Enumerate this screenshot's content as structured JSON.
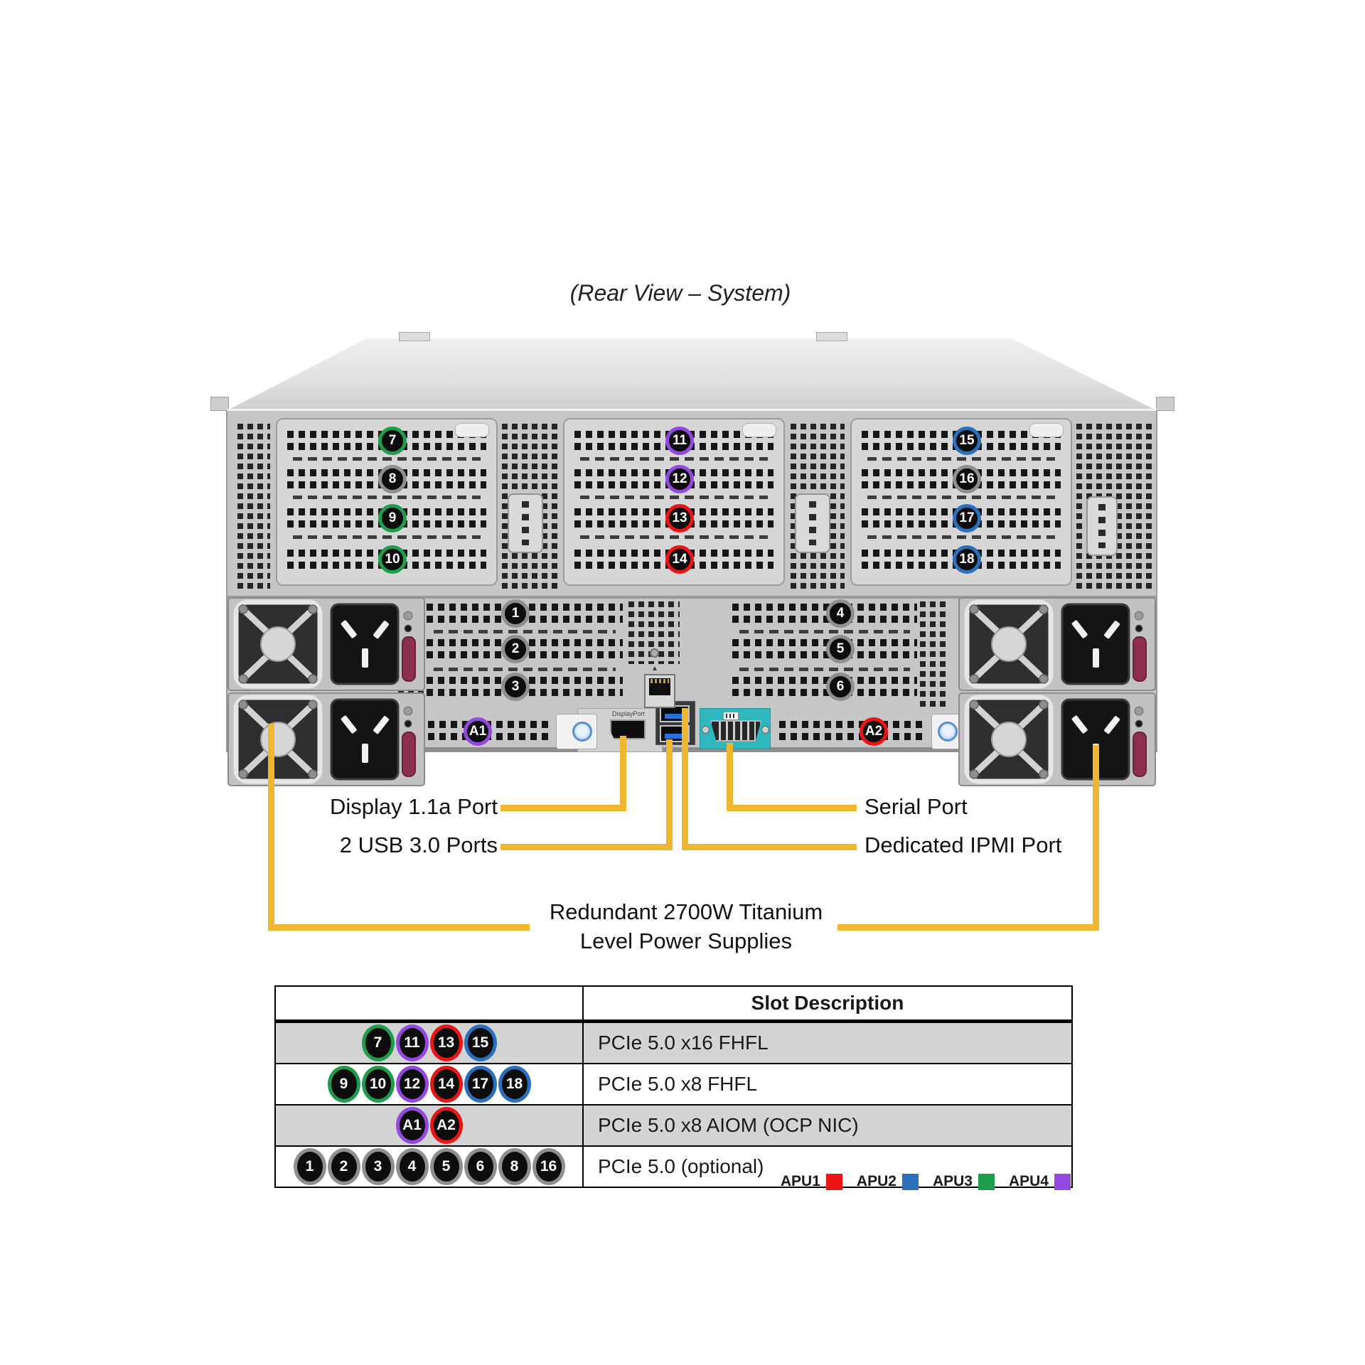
{
  "title": "(Rear View – System)",
  "colors": {
    "red": "#ea1515",
    "blue": "#2b70be",
    "green": "#1f9c4d",
    "purple": "#9448e0",
    "gray_ring": "#8f8f8f",
    "callout_yellow": "#efb72f",
    "serial_teal": "#2fb7bd"
  },
  "chassis": {
    "displayport_label": "DisplayPort",
    "top_bays": [
      {
        "badges": [
          {
            "label": "7",
            "color": "green"
          },
          {
            "label": "8",
            "color": "gray"
          },
          {
            "label": "9",
            "color": "green"
          },
          {
            "label": "10",
            "color": "green"
          }
        ]
      },
      {
        "badges": [
          {
            "label": "11",
            "color": "purple"
          },
          {
            "label": "12",
            "color": "purple"
          },
          {
            "label": "13",
            "color": "red"
          },
          {
            "label": "14",
            "color": "red"
          }
        ]
      },
      {
        "badges": [
          {
            "label": "15",
            "color": "blue"
          },
          {
            "label": "16",
            "color": "gray"
          },
          {
            "label": "17",
            "color": "blue"
          },
          {
            "label": "18",
            "color": "blue"
          }
        ]
      }
    ],
    "mid_bays": [
      {
        "badges": [
          {
            "label": "1",
            "color": "gray"
          },
          {
            "label": "2",
            "color": "gray"
          },
          {
            "label": "3",
            "color": "gray"
          }
        ]
      },
      {
        "badges": [
          {
            "label": "4",
            "color": "gray"
          },
          {
            "label": "5",
            "color": "gray"
          },
          {
            "label": "6",
            "color": "gray"
          }
        ]
      }
    ],
    "aiom_badges": [
      {
        "label": "A1",
        "color": "purple"
      },
      {
        "label": "A2",
        "color": "red"
      }
    ]
  },
  "callouts": {
    "display_port": "Display 1.1a Port",
    "usb_ports": "2 USB 3.0 Ports",
    "serial_port": "Serial Port",
    "ipmi_port": "Dedicated IPMI Port",
    "psu_line1": "Redundant 2700W Titanium",
    "psu_line2": "Level Power Supplies"
  },
  "slot_table": {
    "header": "Slot Description",
    "rows": [
      {
        "badges": [
          {
            "label": "7",
            "color": "green"
          },
          {
            "label": "11",
            "color": "purple"
          },
          {
            "label": "13",
            "color": "red"
          },
          {
            "label": "15",
            "color": "blue"
          }
        ],
        "description": "PCIe 5.0 x16 FHFL",
        "shaded": true
      },
      {
        "badges": [
          {
            "label": "9",
            "color": "green"
          },
          {
            "label": "10",
            "color": "green"
          },
          {
            "label": "12",
            "color": "purple"
          },
          {
            "label": "14",
            "color": "red"
          },
          {
            "label": "17",
            "color": "blue"
          },
          {
            "label": "18",
            "color": "blue"
          }
        ],
        "description": "PCIe 5.0 x8 FHFL",
        "shaded": false
      },
      {
        "badges": [
          {
            "label": "A1",
            "color": "purple"
          },
          {
            "label": "A2",
            "color": "red"
          }
        ],
        "description": "PCIe 5.0 x8 AIOM (OCP NIC)",
        "shaded": true
      },
      {
        "badges": [
          {
            "label": "1",
            "color": "gray"
          },
          {
            "label": "2",
            "color": "gray"
          },
          {
            "label": "3",
            "color": "gray"
          },
          {
            "label": "4",
            "color": "gray"
          },
          {
            "label": "5",
            "color": "gray"
          },
          {
            "label": "6",
            "color": "gray"
          },
          {
            "label": "8",
            "color": "gray"
          },
          {
            "label": "16",
            "color": "gray"
          }
        ],
        "description": "PCIe 5.0 (optional)",
        "shaded": false
      }
    ]
  },
  "legend": [
    {
      "label": "APU1",
      "color": "red"
    },
    {
      "label": "APU2",
      "color": "blue"
    },
    {
      "label": "APU3",
      "color": "green"
    },
    {
      "label": "APU4",
      "color": "purple"
    }
  ]
}
